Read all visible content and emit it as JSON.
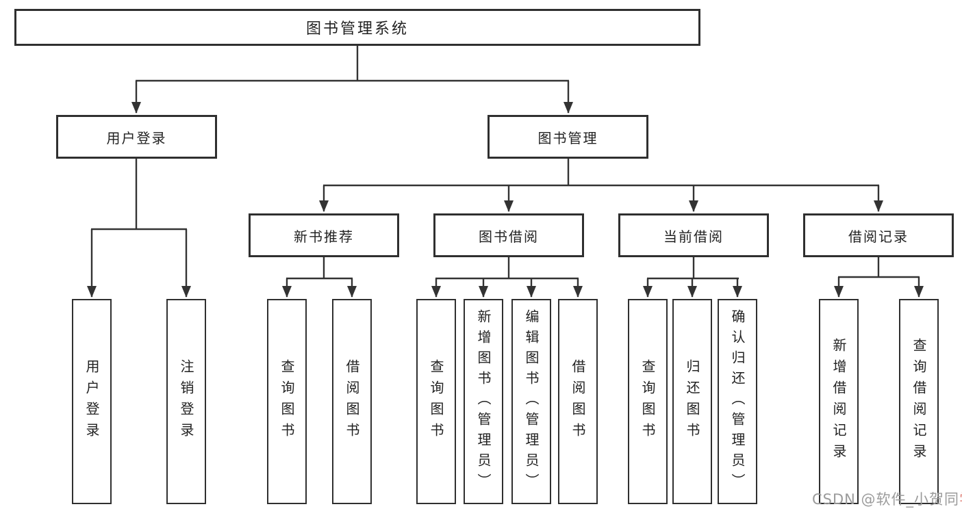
{
  "colors": {
    "line": "#333333",
    "box_border": "#2f2f2f",
    "text": "#222222",
    "watermark": "#9b9b9b",
    "watermark_accent": "#e0857c",
    "bg": "#ffffff"
  },
  "diagram": {
    "root": {
      "label": "图书管理系统",
      "children": [
        {
          "label": "用户登录",
          "children": [
            {
              "label": "用户登录"
            },
            {
              "label": "注销登录"
            }
          ]
        },
        {
          "label": "图书管理",
          "children": [
            {
              "label": "新书推荐",
              "children": [
                {
                  "label": "查询图书"
                },
                {
                  "label": "借阅图书"
                }
              ]
            },
            {
              "label": "图书借阅",
              "children": [
                {
                  "label": "查询图书"
                },
                {
                  "label": "新增图书（管理员）"
                },
                {
                  "label": "编辑图书（管理员）"
                },
                {
                  "label": "借阅图书"
                }
              ]
            },
            {
              "label": "当前借阅",
              "children": [
                {
                  "label": "查询图书"
                },
                {
                  "label": "归还图书"
                },
                {
                  "label": "确认归还（管理员）"
                }
              ]
            },
            {
              "label": "借阅记录",
              "children": [
                {
                  "label": "新增借阅记录"
                },
                {
                  "label": "查询借阅记录"
                }
              ]
            }
          ]
        }
      ]
    }
  },
  "watermark": {
    "text_main": "CSDN @软件_小贺同",
    "text_accent": "学"
  }
}
